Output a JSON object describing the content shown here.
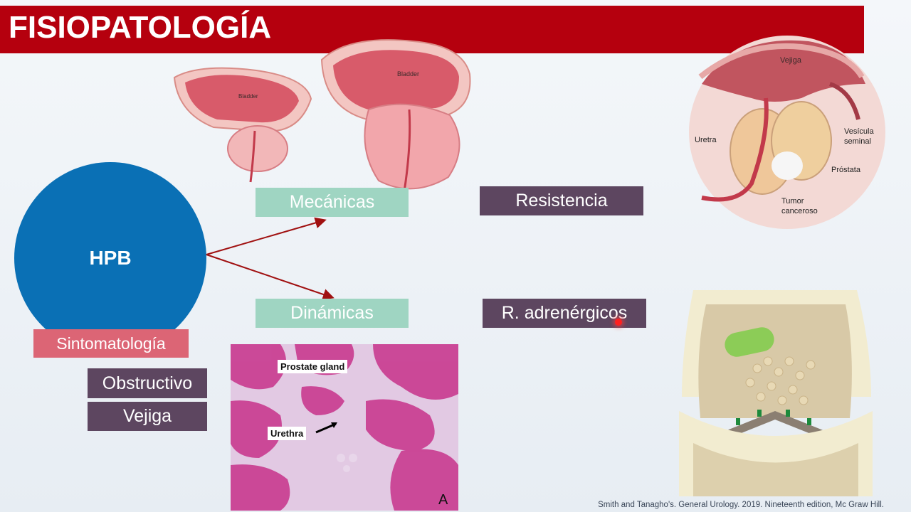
{
  "slide": {
    "title": "FISIOPATOLOGÍA",
    "center_label": "HPB",
    "boxes": {
      "mecanicas": "Mecánicas",
      "dinamicas": "Dinámicas",
      "resistencia": "Resistencia",
      "adrenergicos": "R. adrenérgicos",
      "sintomatologia": "Sintomatología",
      "obstructivo": "Obstructivo",
      "vejiga": "Vejiga"
    },
    "illustrations": {
      "bladder_small": "Bladder",
      "bladder_large": "Bladder",
      "anatomy": {
        "vejiga": "Vejiga",
        "uretra": "Uretra",
        "vesicula_line1": "Vesícula",
        "vesicula_line2": "seminal",
        "prostata": "Próstata",
        "tumor_line1": "Tumor",
        "tumor_line2": "canceroso"
      },
      "histology": {
        "gland": "Prostate gland",
        "urethra": "Urethra",
        "panel": "A"
      }
    },
    "citation": "Smith and Tanagho's. General Urology. 2019. Nineteenth edition, Mc Graw Hill."
  },
  "colors": {
    "title_bar": "#b5000e",
    "circle": "#0a70b5",
    "green_box": "#9fd5c2",
    "purple_box": "#5d4660",
    "pink_box": "#dc6575",
    "arrow": "#a01010"
  }
}
